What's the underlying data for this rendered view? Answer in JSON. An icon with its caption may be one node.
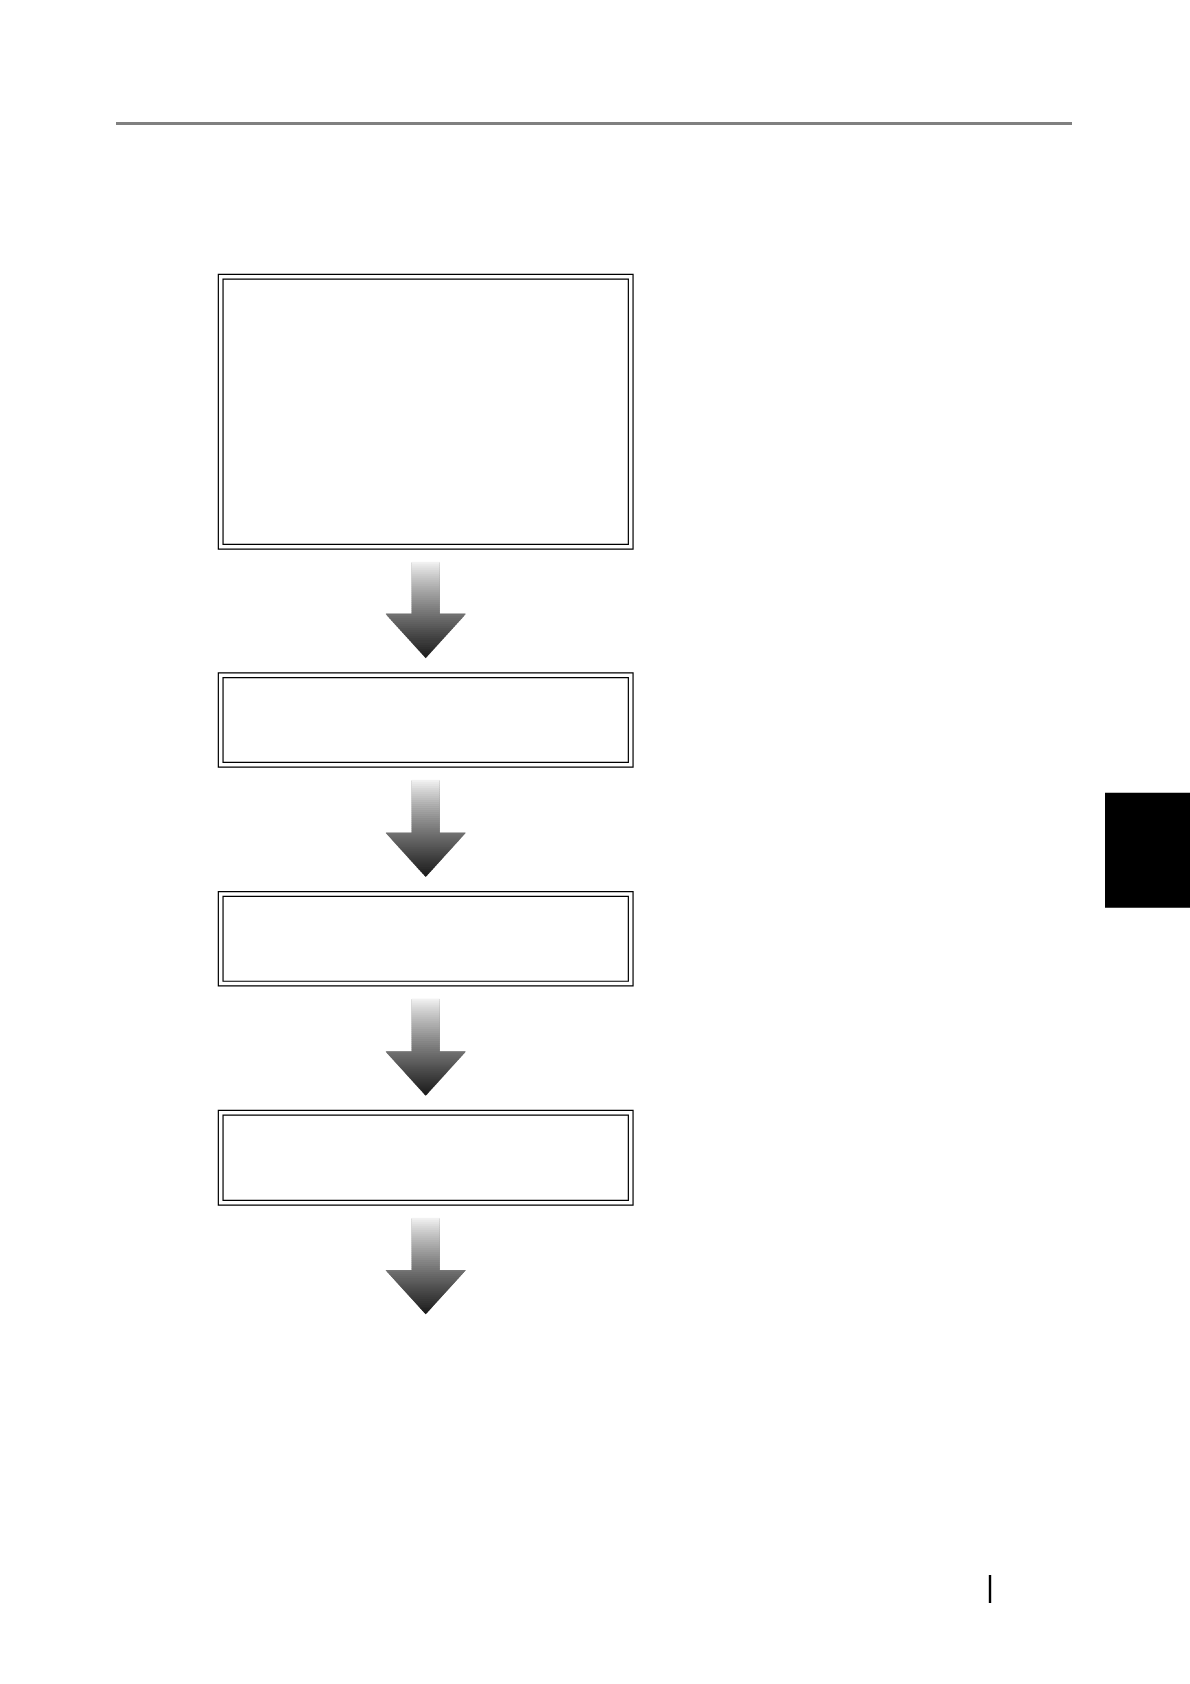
{
  "diagram": {
    "nodes": [
      {
        "text": [],
        "shape": "box"
      },
      {
        "text": [],
        "shape": "box"
      },
      {
        "text": [],
        "shape": "box"
      },
      {
        "text": [],
        "shape": "box"
      }
    ],
    "edges": [
      {
        "from": 0,
        "to": 1,
        "arrow": "to"
      },
      {
        "from": 1,
        "to": 2,
        "arrow": "to"
      },
      {
        "from": 2,
        "to": 3,
        "arrow": "to"
      },
      {
        "from": 3,
        "to": null,
        "arrow": "to"
      }
    ]
  }
}
